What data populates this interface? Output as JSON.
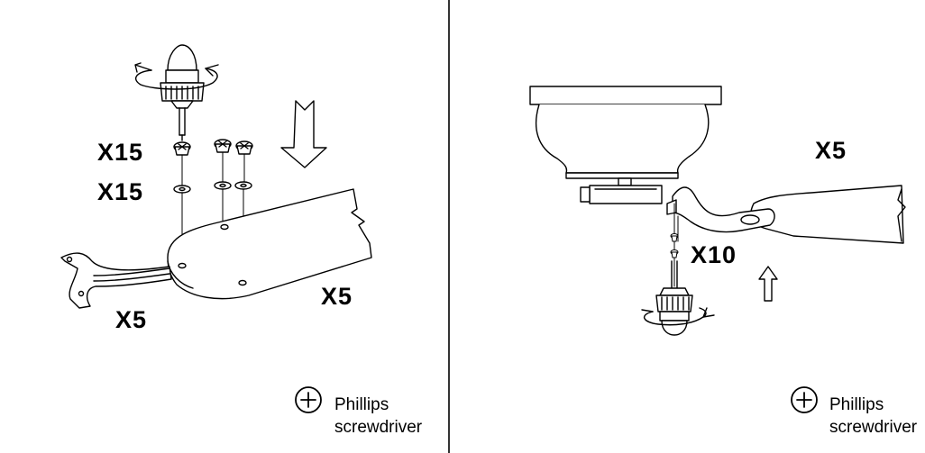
{
  "left_panel": {
    "qty_screws": "X15",
    "qty_washers": "X15",
    "qty_blade_arms": "X5",
    "qty_blades": "X5",
    "tool_line1": "Phillips",
    "tool_line2": "screwdriver"
  },
  "right_panel": {
    "qty_blade_assemblies": "X5",
    "qty_screws": "X10",
    "tool_line1": "Phillips",
    "tool_line2": "screwdriver"
  },
  "icons": [
    "screwdriver-icon",
    "rotate-arrow-icon",
    "down-arrow-icon",
    "up-arrow-icon",
    "phillips-head-icon"
  ]
}
